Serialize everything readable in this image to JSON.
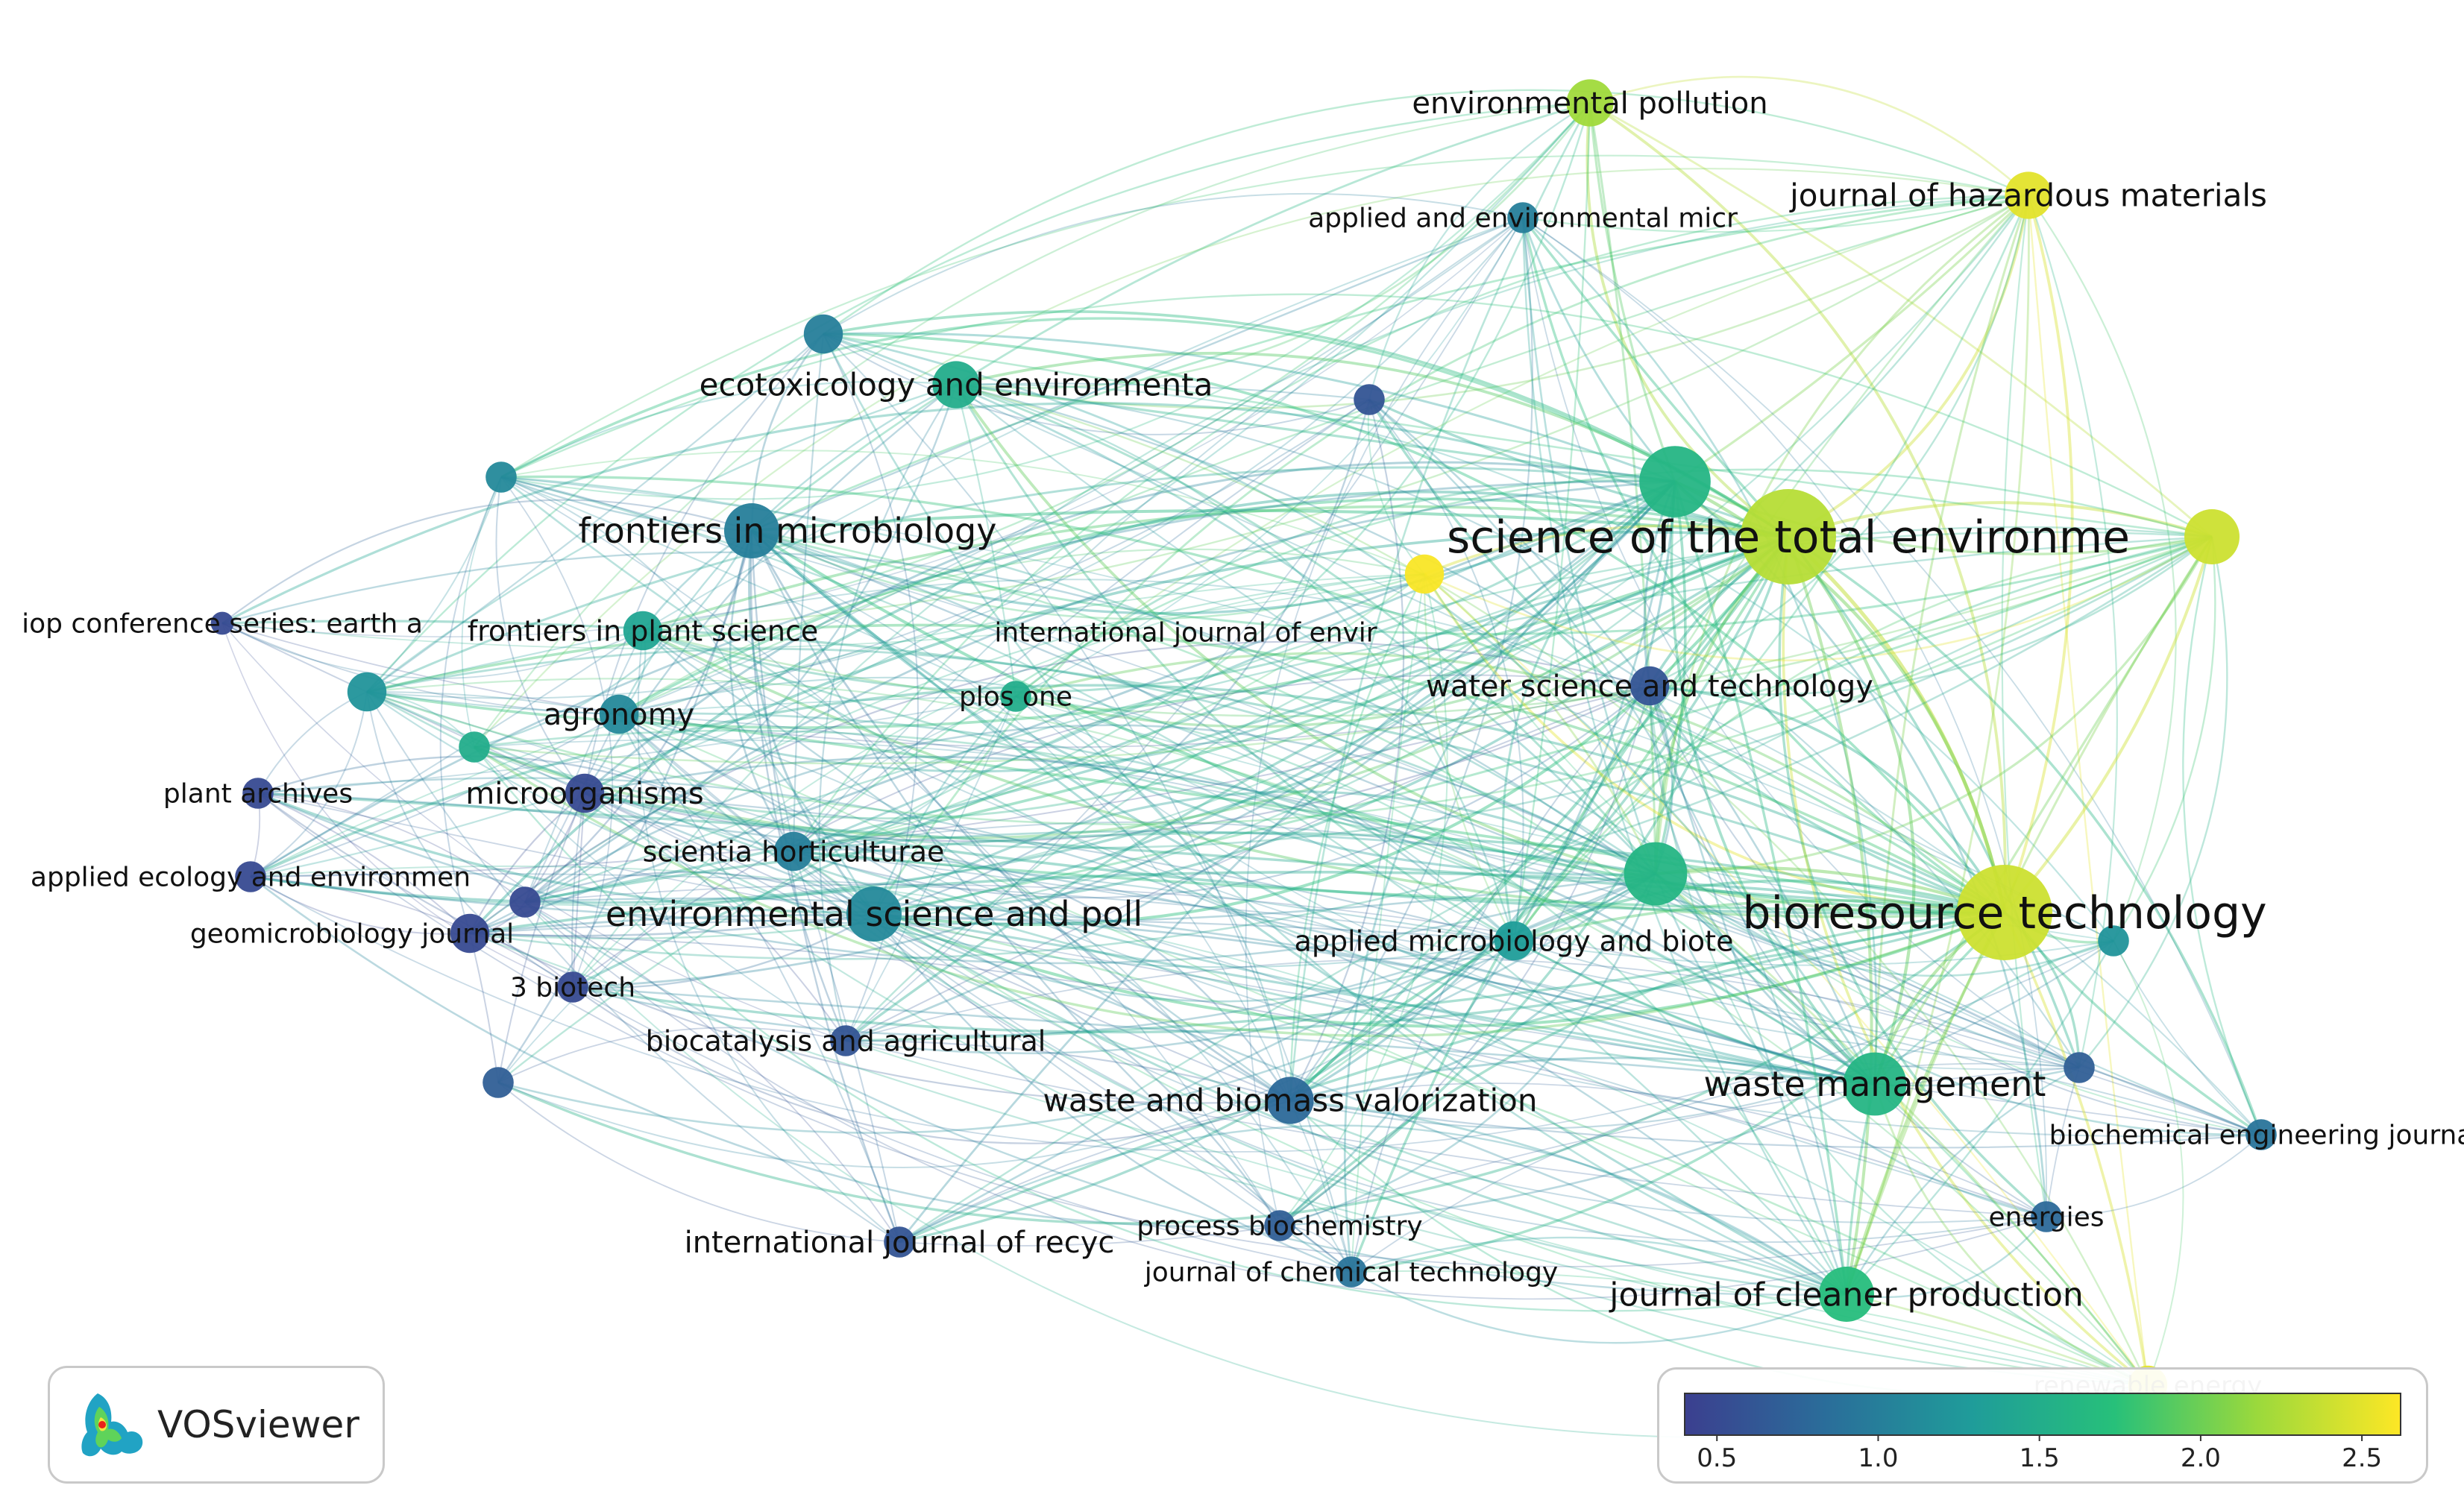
{
  "branding": {
    "app_name": "VOSviewer",
    "logo_icon": "vosviewer-logo-icon"
  },
  "color_scale": {
    "tick_labels": [
      "0.5",
      "1.0",
      "1.5",
      "2.0",
      "2.5"
    ],
    "tick_values": [
      0.5,
      1.0,
      1.5,
      2.0,
      2.5
    ],
    "min": 0.4,
    "max": 2.62,
    "stops": [
      "#3b3f8f",
      "#2a6e9a",
      "#1f9c9a",
      "#27c07a",
      "#9bd93c",
      "#fde725"
    ]
  },
  "nodes": [
    {
      "id": "environmental-pollution",
      "label": "environmental pollution",
      "score": 2.2,
      "weight": 4
    },
    {
      "id": "journal-of-hazardous-materials",
      "label": "journal of hazardous materials",
      "score": 2.5,
      "weight": 4
    },
    {
      "id": "applied-and-environmental-micr",
      "label": "applied and environmental micr",
      "score": 1.0,
      "weight": 2
    },
    {
      "id": "ecotoxicology-and-environmenta",
      "label": "ecotoxicology and environmenta",
      "score": 1.5,
      "weight": 4
    },
    {
      "id": "frontiers-in-microbiology",
      "label": "frontiers in microbiology",
      "score": 1.0,
      "weight": 5
    },
    {
      "id": "science-of-the-total-environme",
      "label": "science of the total environme",
      "score": 2.3,
      "weight": 10
    },
    {
      "id": "iop-conference-series-earth-a",
      "label": "iop conference series: earth a",
      "score": 0.5,
      "weight": 1
    },
    {
      "id": "frontiers-in-plant-science",
      "label": "frontiers in plant science",
      "score": 1.4,
      "weight": 3
    },
    {
      "id": "international-journal-of-envir",
      "label": "international journal of envir",
      "score": 2.6,
      "weight": 3
    },
    {
      "id": "plos-one",
      "label": "plos one",
      "score": 1.5,
      "weight": 2
    },
    {
      "id": "water-science-and-technology",
      "label": "water science and technology",
      "score": 0.6,
      "weight": 3
    },
    {
      "id": "agronomy",
      "label": "agronomy",
      "score": 1.1,
      "weight": 3
    },
    {
      "id": "plant-archives",
      "label": "plant archives",
      "score": 0.5,
      "weight": 2
    },
    {
      "id": "microorganisms",
      "label": "microorganisms",
      "score": 0.5,
      "weight": 3
    },
    {
      "id": "scientia-horticulturae",
      "label": "scientia horticulturae",
      "score": 1.0,
      "weight": 3
    },
    {
      "id": "applied-ecology-and-environmen",
      "label": "applied ecology and environmen",
      "score": 0.5,
      "weight": 2
    },
    {
      "id": "environmental-science-and-poll",
      "label": "environmental science and poll",
      "score": 1.1,
      "weight": 5
    },
    {
      "id": "bioresource-technology",
      "label": "bioresource technology",
      "score": 2.4,
      "weight": 10
    },
    {
      "id": "applied-microbiology-and-biote",
      "label": "applied microbiology and biote",
      "score": 1.3,
      "weight": 3
    },
    {
      "id": "geomicrobiology-journal",
      "label": "geomicrobiology journal",
      "score": 0.5,
      "weight": 3
    },
    {
      "id": "3-biotech",
      "label": "3 biotech",
      "score": 0.5,
      "weight": 2
    },
    {
      "id": "biocatalysis-and-agricultural",
      "label": "biocatalysis and agricultural",
      "score": 0.6,
      "weight": 2
    },
    {
      "id": "waste-management",
      "label": "waste management",
      "score": 1.6,
      "weight": 6
    },
    {
      "id": "waste-and-biomass-valorization",
      "label": "waste and biomass valorization",
      "score": 0.8,
      "weight": 4
    },
    {
      "id": "biochemical-engineering-journa",
      "label": "biochemical engineering journa",
      "score": 0.9,
      "weight": 2
    },
    {
      "id": "energies",
      "label": "energies",
      "score": 0.8,
      "weight": 2
    },
    {
      "id": "international-journal-of-recyc",
      "label": "international journal of recyc",
      "score": 0.6,
      "weight": 2
    },
    {
      "id": "process-biochemistry",
      "label": "process biochemistry",
      "score": 0.7,
      "weight": 2
    },
    {
      "id": "journal-of-chemical-technology",
      "label": "journal of chemical technology",
      "score": 0.9,
      "weight": 2
    },
    {
      "id": "journal-of-cleaner-production",
      "label": "journal of cleaner production",
      "score": 1.7,
      "weight": 5
    },
    {
      "id": "renewable-energy",
      "label": "renewable energy",
      "score": 2.5,
      "weight": 3
    },
    {
      "id": "unlabeled-1",
      "label": "",
      "score": 1.6,
      "weight": 7
    },
    {
      "id": "unlabeled-2",
      "label": "",
      "score": 2.4,
      "weight": 5
    },
    {
      "id": "unlabeled-3",
      "label": "",
      "score": 1.0,
      "weight": 3
    },
    {
      "id": "unlabeled-4",
      "label": "",
      "score": 0.6,
      "weight": 2
    },
    {
      "id": "unlabeled-5",
      "label": "",
      "score": 1.1,
      "weight": 2
    },
    {
      "id": "unlabeled-6",
      "label": "",
      "score": 1.2,
      "weight": 3
    },
    {
      "id": "unlabeled-7",
      "label": "",
      "score": 1.5,
      "weight": 2
    },
    {
      "id": "unlabeled-8",
      "label": "",
      "score": 1.6,
      "weight": 6
    },
    {
      "id": "unlabeled-9",
      "label": "",
      "score": 1.2,
      "weight": 2
    },
    {
      "id": "unlabeled-10",
      "label": "",
      "score": 0.5,
      "weight": 2
    },
    {
      "id": "unlabeled-11",
      "label": "",
      "score": 0.7,
      "weight": 2
    },
    {
      "id": "unlabeled-12",
      "label": "",
      "score": 0.7,
      "weight": 2
    }
  ]
}
